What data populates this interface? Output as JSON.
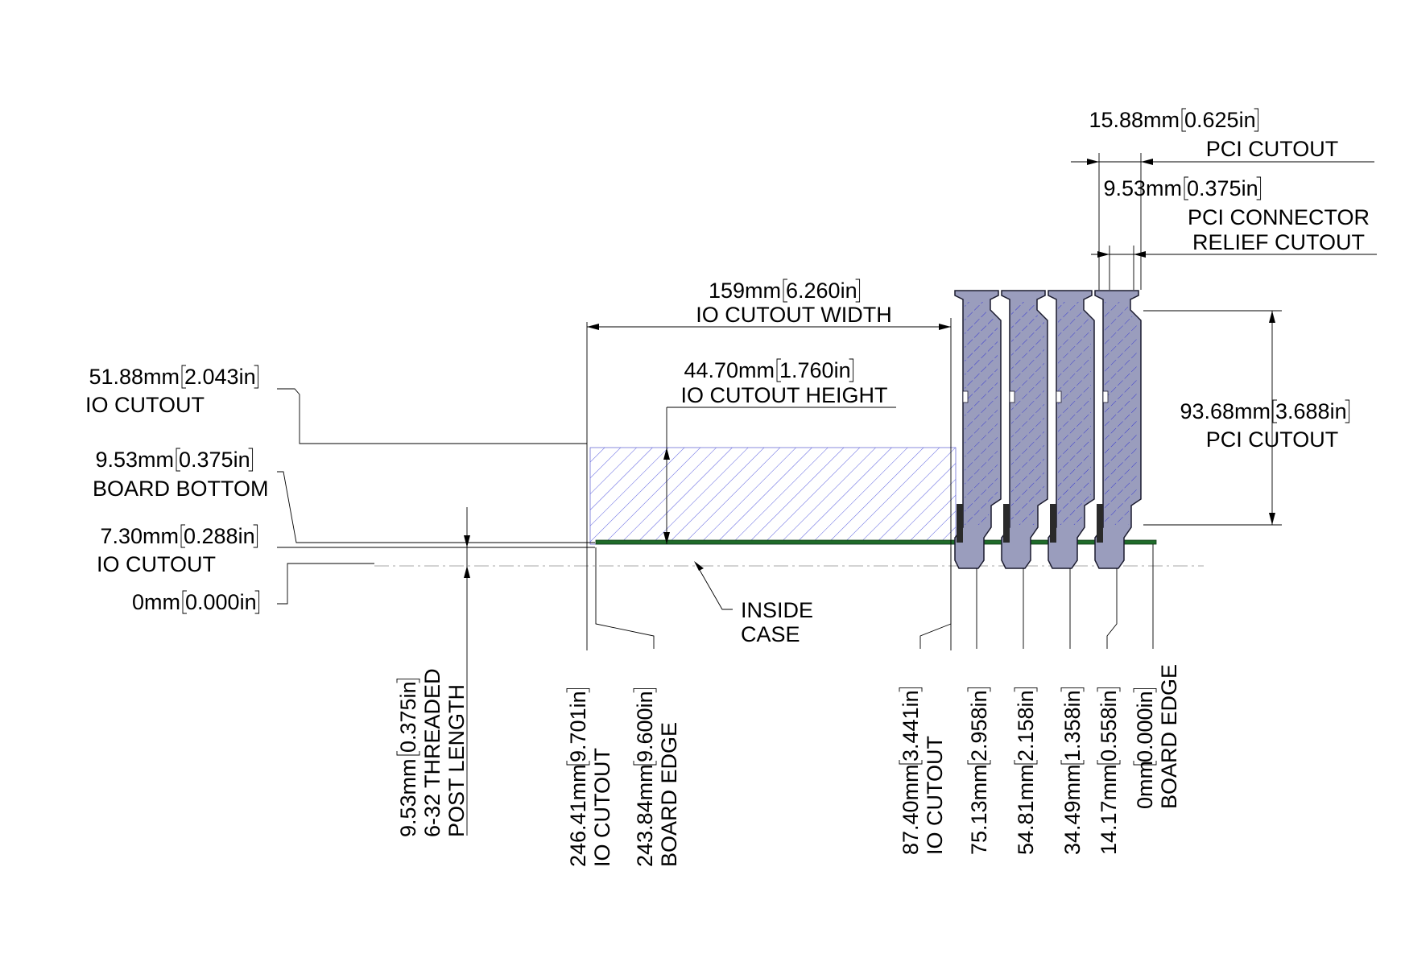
{
  "dims": {
    "pci_cutout_width": {
      "value": "15.88mm",
      "alt": "0.625in",
      "label": "PCI CUTOUT"
    },
    "pci_relief": {
      "value": "9.53mm",
      "alt": "0.375in",
      "label1": "PCI CONNECTOR",
      "label2": "RELIEF CUTOUT"
    },
    "io_cutout_width": {
      "value": "159mm",
      "alt": "6.260in",
      "label": "IO CUTOUT WIDTH"
    },
    "io_cutout_height": {
      "value": "44.70mm",
      "alt": "1.760in",
      "label": "IO CUTOUT HEIGHT"
    },
    "io_cutout_top": {
      "value": "51.88mm",
      "alt": "2.043in",
      "label": "IO CUTOUT"
    },
    "board_bottom": {
      "value": "9.53mm",
      "alt": "0.375in",
      "label": "BOARD BOTTOM"
    },
    "io_cutout_bottom": {
      "value": "7.30mm",
      "alt": "0.288in",
      "label": "IO CUTOUT"
    },
    "zero": {
      "value": "0mm",
      "alt": "0.000in"
    },
    "pci_cutout_height": {
      "value": "93.68mm",
      "alt": "3.688in",
      "label": "PCI CUTOUT"
    },
    "inside_case": {
      "line1": "INSIDE",
      "line2": "CASE"
    }
  },
  "vertical_dims": {
    "post": {
      "value": "9.53mm",
      "alt": "0.375in",
      "line2": "6-32 THREADED",
      "line3": "POST LENGTH"
    },
    "io_left": {
      "value": "246.41mm",
      "alt": "9.701in",
      "line2": "IO CUTOUT"
    },
    "board_left": {
      "value": "243.84mm",
      "alt": "9.600in",
      "line2": "BOARD EDGE"
    },
    "io_right": {
      "value": "87.40mm",
      "alt": "3.441in",
      "line2": "IO CUTOUT"
    },
    "slot1": {
      "value": "75.13mm",
      "alt": "2.958in"
    },
    "slot2": {
      "value": "54.81mm",
      "alt": "2.158in"
    },
    "slot3": {
      "value": "34.49mm",
      "alt": "1.358in"
    },
    "slot4": {
      "value": "14.17mm",
      "alt": "0.558in"
    },
    "board_right": {
      "value": "0mm",
      "alt": "0.000in",
      "line2": "BOARD EDGE"
    }
  },
  "colors": {
    "board": "#1f6b2a",
    "bracket_fill": "#9a9dbd",
    "hatch": "#3b3bd0",
    "bracket_dark": "#2a2a2a"
  }
}
